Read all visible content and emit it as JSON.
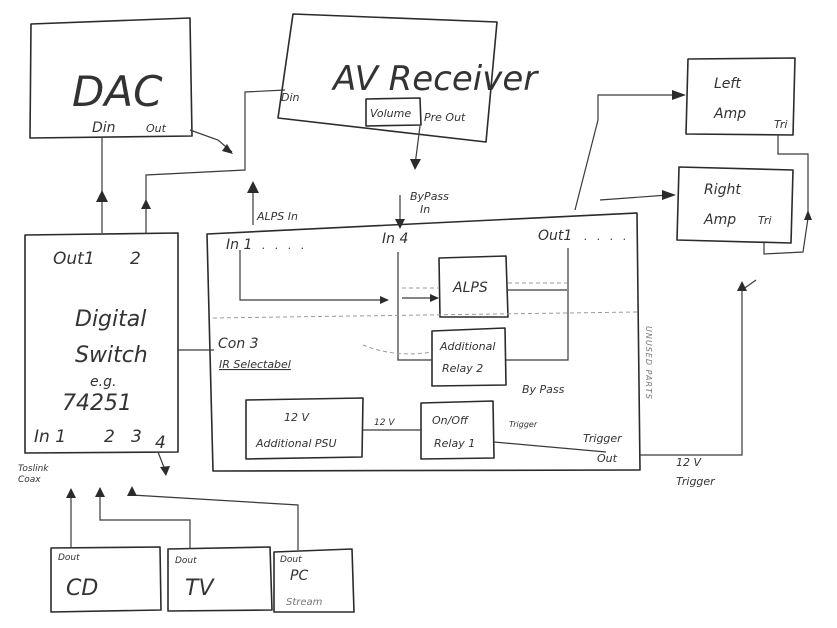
{
  "dac": {
    "title": "DAC",
    "din": "Din",
    "out": "Out"
  },
  "av_receiver": {
    "title": "AV Receiver",
    "din": "Din",
    "volume": "Volume",
    "pre_out": "Pre Out"
  },
  "left_amp": {
    "title_1": "Left",
    "title_2": "Amp",
    "trigger": "Tri"
  },
  "right_amp": {
    "title_1": "Right",
    "title_2": "Amp",
    "trigger": "Tri"
  },
  "digital_switch": {
    "out1": "Out1",
    "out2": "2",
    "name_1": "Digital",
    "name_2": "Switch",
    "eg": "e.g.",
    "model": "74251",
    "in1": "In 1",
    "in2": "2",
    "in3": "3",
    "in4": "4"
  },
  "labels": {
    "alps_in": "ALPS In",
    "bypass_in_1": "ByPass",
    "bypass_in_2": "In",
    "con3": "Con 3",
    "ir_selectable": "IR Selectabel",
    "toslink": "Toslink",
    "coax": "Coax",
    "trigger_12v_1": "12 V",
    "trigger_12v_2": "Trigger",
    "unused_parts": "UNUSED PARTS",
    "bypass": "By Pass",
    "relay_12v": "12 V",
    "trigger_small": "Trigger"
  },
  "main_board": {
    "in1": "In 1",
    "in4": "In 4",
    "out1": "Out1",
    "alps": "ALPS",
    "relay2_1": "Additional",
    "relay2_2": "Relay 2",
    "psu_1": "12 V",
    "psu_2": "Additional PSU",
    "relay1_1": "On/Off",
    "relay1_2": "Relay 1",
    "trigger_out_1": "Trigger",
    "trigger_out_2": "Out"
  },
  "sources": {
    "cd": {
      "dout": "Dout",
      "name": "CD"
    },
    "tv": {
      "dout": "Dout",
      "name": "TV"
    },
    "pc": {
      "dout": "Dout",
      "name_1": "PC",
      "name_2": "Stream"
    }
  }
}
